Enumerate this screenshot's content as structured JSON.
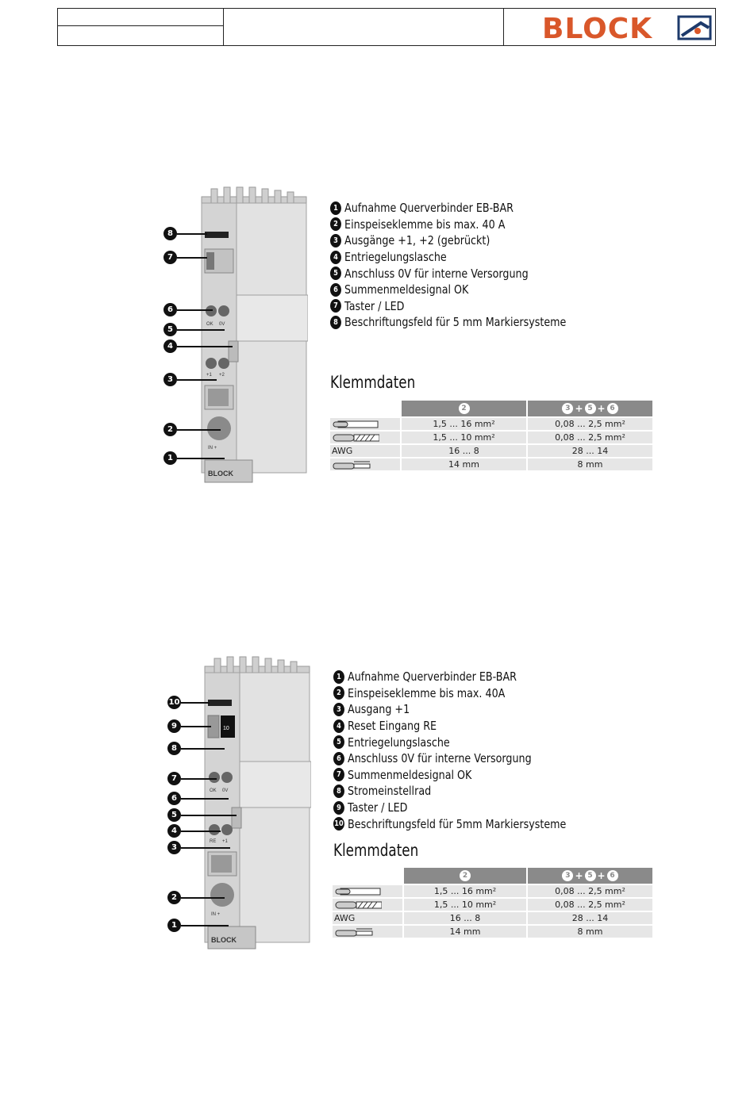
{
  "header": {
    "logo_text": "BLOCK",
    "brand_color": "#d9572a"
  },
  "sections": [
    {
      "device_label": "BLOCK",
      "callouts": [
        "8",
        "7",
        "6",
        "5",
        "4",
        "3",
        "2",
        "1"
      ],
      "features": [
        {
          "n": "1",
          "text": "Aufnahme Querverbinder EB-BAR"
        },
        {
          "n": "2",
          "text": "Einspeiseklemme bis max. 40 A"
        },
        {
          "n": "3",
          "text": "Ausgänge +1, +2 (gebrückt)"
        },
        {
          "n": "4",
          "text": "Entriegelungslasche"
        },
        {
          "n": "5",
          "text": "Anschluss 0V für interne Versorgung"
        },
        {
          "n": "6",
          "text": "Summenmeldesignal OK"
        },
        {
          "n": "7",
          "text": "Taster / LED"
        },
        {
          "n": "8",
          "text": "Beschriftungsfeld für 5 mm Markiersysteme"
        }
      ],
      "device_marks": {
        "ok": "OK",
        "ov": "0V",
        "p1": "+1",
        "p2": "+2",
        "in": "IN +"
      },
      "klemm_title": "Klemmdaten",
      "table": {
        "col1": [
          "2"
        ],
        "col2": [
          "3",
          "+",
          "5",
          "+",
          "6"
        ],
        "rows": [
          {
            "label": "",
            "icon": "solid-wire-icon",
            "c1": "1,5 ... 16 mm²",
            "c2": "0,08 ... 2,5 mm²"
          },
          {
            "label": "",
            "icon": "stranded-wire-icon",
            "c1": "1,5 ... 10 mm²",
            "c2": "0,08 ... 2,5 mm²"
          },
          {
            "label": "AWG",
            "icon": "",
            "c1": "16 ... 8",
            "c2": "28 ... 14"
          },
          {
            "label": "",
            "icon": "strip-length-icon",
            "c1": "14 mm",
            "c2": "8 mm"
          }
        ]
      }
    },
    {
      "device_label": "BLOCK",
      "callouts": [
        "10",
        "9",
        "8",
        "7",
        "6",
        "5",
        "4",
        "3",
        "2",
        "1"
      ],
      "features": [
        {
          "n": "1",
          "text": "Aufnahme Querverbinder EB-BAR"
        },
        {
          "n": "2",
          "text": "Einspeiseklemme bis max. 40A"
        },
        {
          "n": "3",
          "text": "Ausgang +1"
        },
        {
          "n": "4",
          "text": "Reset Eingang RE"
        },
        {
          "n": "5",
          "text": "Entriegelungslasche"
        },
        {
          "n": "6",
          "text": "Anschluss 0V für interne Versorgung"
        },
        {
          "n": "7",
          "text": "Summenmeldesignal OK"
        },
        {
          "n": "8",
          "text": "Stromeinstellrad"
        },
        {
          "n": "9",
          "text": "Taster / LED"
        },
        {
          "n": "10",
          "text": "Beschriftungsfeld für 5mm Markiersysteme"
        }
      ],
      "device_marks": {
        "ok": "OK",
        "ov": "0V",
        "p1": "RE",
        "p2": "+1",
        "in": "IN +",
        "dial": "10"
      },
      "klemm_title": "Klemmdaten",
      "table": {
        "col1": [
          "2"
        ],
        "col2": [
          "3",
          "+",
          "5",
          "+",
          "6"
        ],
        "rows": [
          {
            "label": "",
            "icon": "solid-wire-icon",
            "c1": "1,5 ... 16 mm²",
            "c2": "0,08 ... 2,5 mm²"
          },
          {
            "label": "",
            "icon": "stranded-wire-icon",
            "c1": "1,5 ... 10 mm²",
            "c2": "0,08 ... 2,5 mm²"
          },
          {
            "label": "AWG",
            "icon": "",
            "c1": "16 ... 8",
            "c2": "28 ... 14"
          },
          {
            "label": "",
            "icon": "strip-length-icon",
            "c1": "14 mm",
            "c2": "8 mm"
          }
        ]
      }
    }
  ]
}
